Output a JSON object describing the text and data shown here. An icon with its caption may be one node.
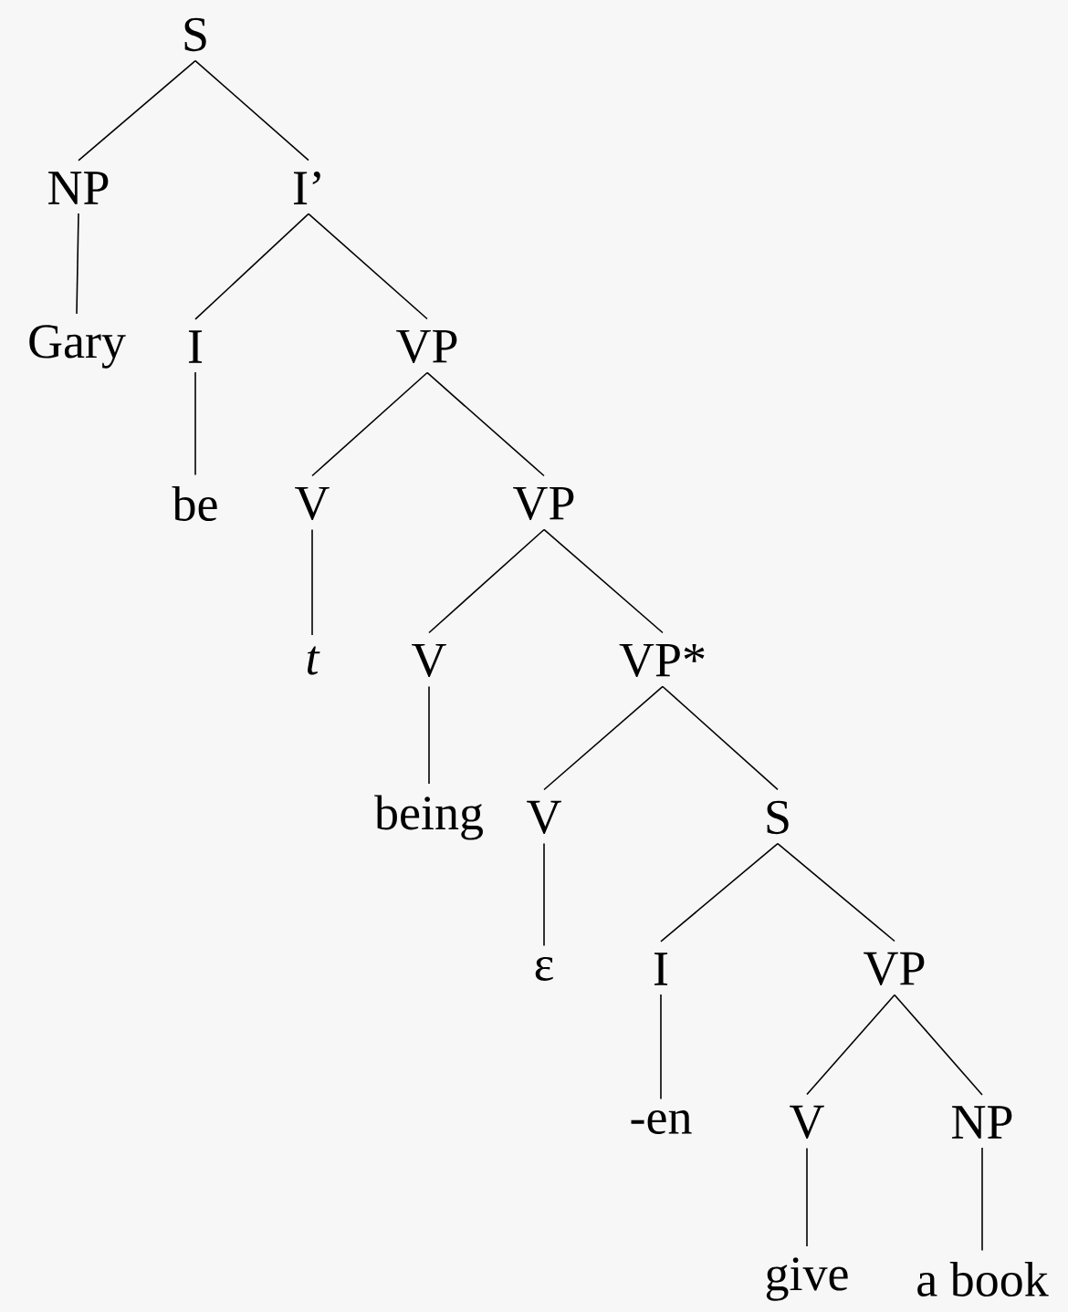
{
  "diagram": {
    "nodes": [
      {
        "text": [
          "S"
        ]
      },
      {
        "text": [
          "NP"
        ]
      },
      {
        "text": [
          "I’"
        ]
      },
      {
        "text": [
          "Gary"
        ]
      },
      {
        "text": [
          "I"
        ]
      },
      {
        "text": [
          "VP"
        ]
      },
      {
        "text": [
          "be"
        ]
      },
      {
        "text": [
          "V"
        ]
      },
      {
        "text": [
          "VP"
        ]
      },
      {
        "text": [
          "t"
        ]
      },
      {
        "text": [
          "V"
        ]
      },
      {
        "text": [
          "VP*"
        ]
      },
      {
        "text": [
          "being"
        ]
      },
      {
        "text": [
          "V"
        ]
      },
      {
        "text": [
          "S"
        ]
      },
      {
        "text": [
          "ε"
        ]
      },
      {
        "text": [
          "I"
        ]
      },
      {
        "text": [
          "VP"
        ]
      },
      {
        "text": [
          "-en"
        ]
      },
      {
        "text": [
          "V"
        ]
      },
      {
        "text": [
          "NP"
        ]
      },
      {
        "text": [
          "give"
        ]
      },
      {
        "text": [
          "a book"
        ]
      }
    ],
    "edges": [
      {
        "from": 0,
        "to": 1,
        "arrow": "none"
      },
      {
        "from": 0,
        "to": 2,
        "arrow": "none"
      },
      {
        "from": 1,
        "to": 3,
        "arrow": "none"
      },
      {
        "from": 2,
        "to": 4,
        "arrow": "none"
      },
      {
        "from": 2,
        "to": 5,
        "arrow": "none"
      },
      {
        "from": 4,
        "to": 6,
        "arrow": "none"
      },
      {
        "from": 5,
        "to": 7,
        "arrow": "none"
      },
      {
        "from": 5,
        "to": 8,
        "arrow": "none"
      },
      {
        "from": 7,
        "to": 9,
        "arrow": "none"
      },
      {
        "from": 8,
        "to": 10,
        "arrow": "none"
      },
      {
        "from": 8,
        "to": 11,
        "arrow": "none"
      },
      {
        "from": 10,
        "to": 12,
        "arrow": "none"
      },
      {
        "from": 11,
        "to": 13,
        "arrow": "none"
      },
      {
        "from": 11,
        "to": 14,
        "arrow": "none"
      },
      {
        "from": 13,
        "to": 15,
        "arrow": "none"
      },
      {
        "from": 14,
        "to": 16,
        "arrow": "none"
      },
      {
        "from": 14,
        "to": 17,
        "arrow": "none"
      },
      {
        "from": 16,
        "to": 18,
        "arrow": "none"
      },
      {
        "from": 17,
        "to": 19,
        "arrow": "none"
      },
      {
        "from": 17,
        "to": 20,
        "arrow": "none"
      },
      {
        "from": 19,
        "to": 21,
        "arrow": "none"
      },
      {
        "from": 20,
        "to": 22,
        "arrow": "none"
      }
    ]
  }
}
